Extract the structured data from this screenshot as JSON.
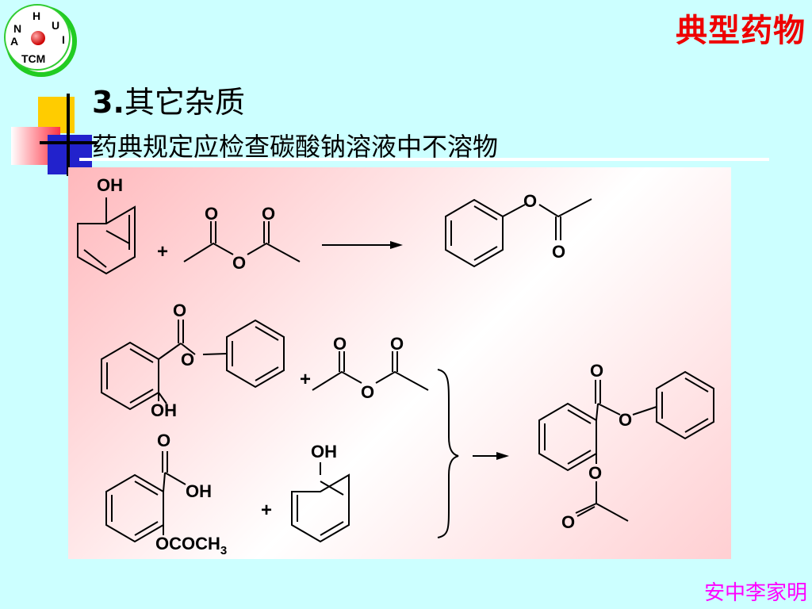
{
  "logo": {
    "letters": [
      "N",
      "H",
      "U",
      "A",
      "I"
    ],
    "bottom": "TCM"
  },
  "corner_title": "典型药物",
  "heading": {
    "number": "3.",
    "text": "其它杂质"
  },
  "subheading": "药典规定应检查碳酸钠溶液中不溶物",
  "labels": {
    "oh": "OH",
    "o": "O",
    "plus": "+",
    "ococh3": "OCOCH",
    "sub3": "3"
  },
  "author": "安中李家明"
}
